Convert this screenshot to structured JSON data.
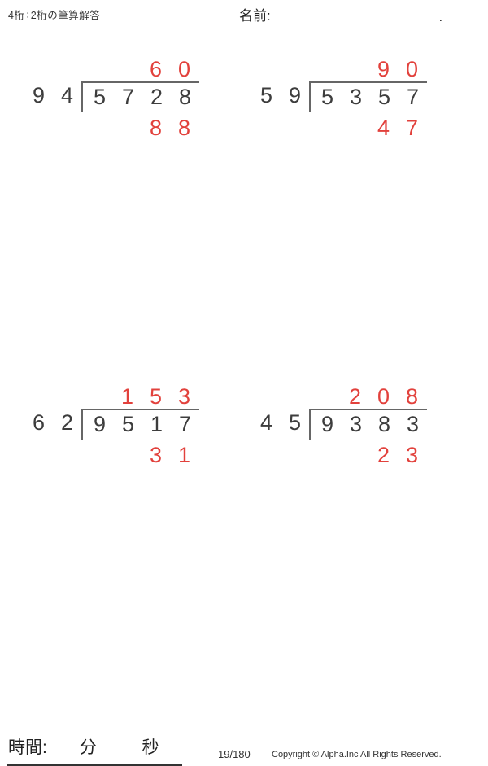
{
  "header": {
    "title": "4桁÷2桁の筆算解答",
    "name_label": "名前:",
    "name_suffix": "."
  },
  "problems": [
    {
      "divisor": [
        "9",
        "4"
      ],
      "dividend": [
        "5",
        "7",
        "2",
        "8"
      ],
      "quotient": [
        "",
        "",
        "6",
        "0"
      ],
      "remainder": [
        "",
        "",
        "8",
        "8"
      ]
    },
    {
      "divisor": [
        "5",
        "9"
      ],
      "dividend": [
        "5",
        "3",
        "5",
        "7"
      ],
      "quotient": [
        "",
        "",
        "9",
        "0"
      ],
      "remainder": [
        "",
        "",
        "4",
        "7"
      ]
    },
    {
      "divisor": [
        "6",
        "2"
      ],
      "dividend": [
        "9",
        "5",
        "1",
        "7"
      ],
      "quotient": [
        "",
        "1",
        "5",
        "3"
      ],
      "remainder": [
        "",
        "",
        "3",
        "1"
      ]
    },
    {
      "divisor": [
        "4",
        "5"
      ],
      "dividend": [
        "9",
        "3",
        "8",
        "3"
      ],
      "quotient": [
        "",
        "2",
        "0",
        "8"
      ],
      "remainder": [
        "",
        "",
        "2",
        "3"
      ]
    }
  ],
  "footer": {
    "time_label": "時間:",
    "minutes_label": "分",
    "seconds_label": "秒",
    "page_number": "19/180",
    "copyright": "Copyright © Alpha.Inc All Rights Reserved."
  },
  "colors": {
    "answer_red": "#e2413c",
    "ink": "#3d3d3d"
  }
}
